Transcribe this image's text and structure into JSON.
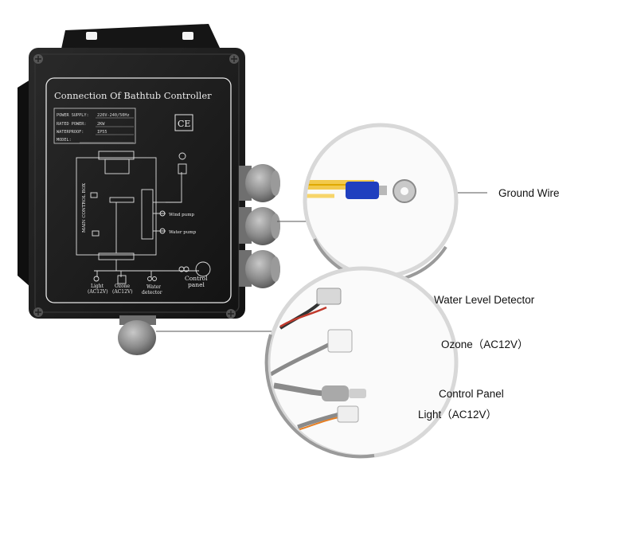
{
  "controller": {
    "title": "Connection Of Bathtub Controller",
    "ce_mark": "CE",
    "specs": [
      {
        "key": "POWER SUPPLY:",
        "value": "220V-240/50Hz"
      },
      {
        "key": "RATED POWER:",
        "value": "2KW"
      },
      {
        "key": "WATERPROOF:",
        "value": "IP55"
      },
      {
        "key": "MODEL:",
        "value": ""
      }
    ],
    "main_box_label": "MAIN CONTROL BOX",
    "wind_pump": "Wind pump",
    "water_pump": "Water pump",
    "light_line1": "Light",
    "light_line2": "(AC12V)",
    "ozone_line1": "Ozone",
    "ozone_line2": "(AC12V)",
    "water_line1": "Water",
    "water_line2": "detector",
    "control_line1": "Control",
    "control_line2": "panel"
  },
  "callouts": {
    "ground_wire": "Ground Wire",
    "water_level_detector": "Water Level Detector",
    "ozone": "Ozone（AC12V）",
    "control_panel": "Control Panel",
    "light": "Light（AC12V）"
  },
  "colors": {
    "housing": "#1c1c1c",
    "panel_line": "#e6e6e6",
    "gland": "#8e8e8e",
    "wire_yellow": "#f2c94c",
    "terminal_blue": "#1f3fbf"
  }
}
